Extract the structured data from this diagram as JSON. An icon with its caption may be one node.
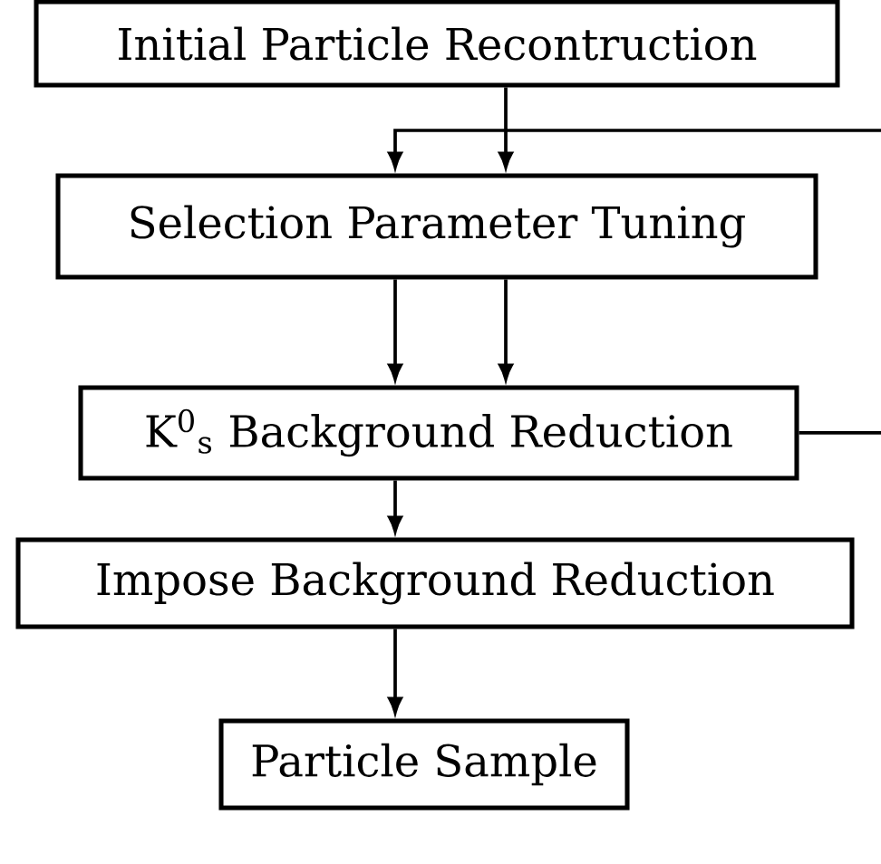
{
  "diagram": {
    "nodes": [
      {
        "text": [
          "Initial Particle Recontruction"
        ]
      },
      {
        "text": [
          "Selection Parameter Tuning"
        ]
      },
      {
        "text": [
          "K$^{0}$$_{s}$ Background Reduction"
        ]
      },
      {
        "text": [
          "Impose Background Reduction"
        ]
      },
      {
        "text": [
          "Particle Sample"
        ]
      }
    ],
    "edges": [
      {
        "from": 0,
        "to": 1,
        "arrow": "to"
      },
      {
        "from": 2,
        "to": 1,
        "arrow": "to"
      },
      {
        "from": 1,
        "to": 2,
        "arrow": "to"
      },
      {
        "from": 1,
        "to": 2,
        "arrow": "to"
      },
      {
        "from": 2,
        "to": 3,
        "arrow": "to"
      },
      {
        "from": 3,
        "to": 4,
        "arrow": "to"
      }
    ]
  }
}
